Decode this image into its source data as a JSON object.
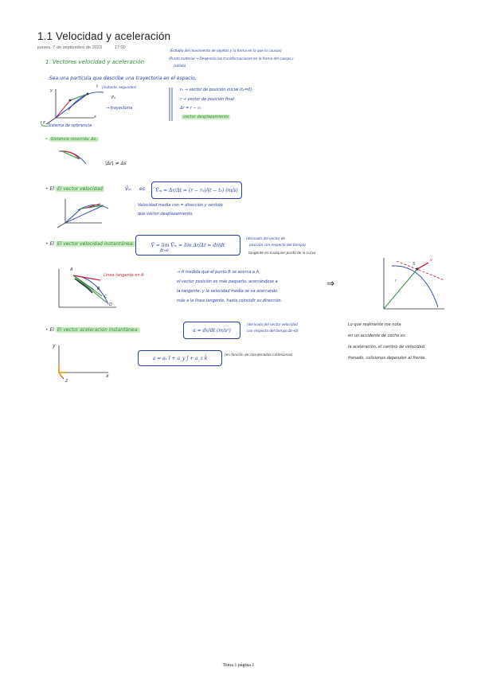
{
  "header": {
    "title": "1.1 Velocidad y aceleración",
    "date": "jueves, 7 de septiembre de 2023",
    "time": "17:00"
  },
  "notes": {
    "note_top1": "(Estudio del movimiento de objetos y la forma en la que lo causan)",
    "section1": "1. Vectores velocidad y aceleración",
    "note_top2": "(Punto material → Desprecio las transformaciones en la forma del cuerpo.)",
    "note_top2_sub": "(sólido)",
    "intro": "Sea una partícula que describe una trayectoria en el espacio,",
    "r0_label": "r₀ → vector de posición inicial  (t₀=0)",
    "r_label": "r → vector de posición final",
    "dr_label": "Δr = r − r₀",
    "disp_label": "vector desplazamiento",
    "fig1_t": "t",
    "fig1_t_note": "(instante, segundos)",
    "fig1_P0": "P₀",
    "fig1_P": "P",
    "fig1_tray": "→ trayectoria",
    "fig1_sistema": "Sistema de referencia",
    "dist_label": "Distancia recorrida, Δs,",
    "dist_eq": "|Δr| ≠ Δs",
    "vm_label": "El vector velocidad",
    "vm_sym": "V̄ₘ",
    "vm_es": "es",
    "vm_formula": "V̄ₘ = Δr/Δt = (r − r₀)/(t − t₀)  (m/s)",
    "vm_note1": "Velocidad media con = dirección y sentido",
    "vm_note2": "que vector desplazamiento.",
    "vi_label": "El vector velocidad instantánea:",
    "vi_formula": "V̄ = lim V̄ₘ = lim Δr/Δt = dr/dt",
    "vi_lim": "Δt→0",
    "vi_note1": "(derivada del vector de",
    "vi_note2": "posición con respecto del tiempo)",
    "vi_note3": "tangente en cualquier punto de la curva",
    "tang_note": "Línea tangente en A",
    "fig4_A": "A",
    "fig4_B": "B",
    "fig4_C": "C",
    "fig4_D": "D",
    "fig5_r": "r",
    "fig5_S": "S",
    "fig5_v": "v",
    "par1": "→ A medida que el punto B se acerca a A,",
    "par2": "el vector posición es más pequeño, acercándose a",
    "par3": "la tangente, y la velocidad media se va acercando",
    "par4": "más a la línea tangente, hasta coincidir su dirección.",
    "implies": "⇒",
    "acc_label": "El vector aceleración instantánea:",
    "acc_formula": "a = dv/dt  (m/s²)",
    "acc_note1": "(derivada del vector velocidad",
    "acc_note2": "con respecto del tiempo  Δt→0)",
    "acc_comp": "a = aₓ î + a_y ĵ + a_z k̂",
    "acc_comp_note": "(en función de coordenadas cartesianas)",
    "right1": "Lo que realmente me nota",
    "right2": "en un accidente de coche es",
    "right3": "la aceleración, el cambio de velocidad.",
    "right4": "frenado, colisiones dependen al frente.",
    "axis_x": "x",
    "axis_y": "y",
    "axis_z": "z",
    "axis_o": "o"
  },
  "footer": {
    "page": "Tema 1 página 1"
  },
  "colors": {
    "ink_blue": "#1f3ea8",
    "ink_green": "#2e8b3a",
    "ink_red": "#c8233b",
    "highlight": "#8ed678"
  }
}
